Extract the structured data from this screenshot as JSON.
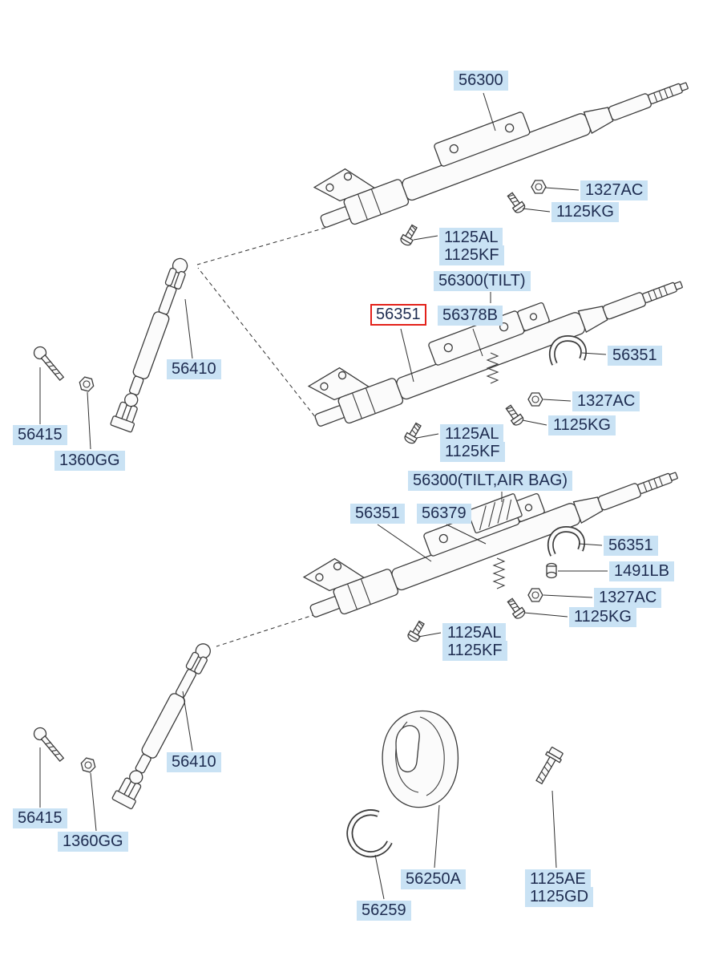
{
  "diagram": {
    "highlighted_part": "56351",
    "colors": {
      "label_bg": "#c9e2f4",
      "label_text": "#1e2c50",
      "highlight_border": "#e3211a",
      "line_color": "#3b3b3b"
    },
    "labels": [
      {
        "text": "56300"
      },
      {
        "text": "1327AC"
      },
      {
        "text": "1125KG"
      },
      {
        "text": "1125AL"
      },
      {
        "text": "1125KF"
      },
      {
        "text": "56300(TILT)"
      },
      {
        "text": "56351",
        "highlighted": true
      },
      {
        "text": "56378B"
      },
      {
        "text": "56351"
      },
      {
        "text": "56410"
      },
      {
        "text": "1327AC"
      },
      {
        "text": "1125KG"
      },
      {
        "text": "56415"
      },
      {
        "text": "1125AL"
      },
      {
        "text": "1125KF"
      },
      {
        "text": "1360GG"
      },
      {
        "text": "56300(TILT,AIR BAG)"
      },
      {
        "text": "56351"
      },
      {
        "text": "56379"
      },
      {
        "text": "56351"
      },
      {
        "text": "1491LB"
      },
      {
        "text": "1327AC"
      },
      {
        "text": "1125KG"
      },
      {
        "text": "1125AL"
      },
      {
        "text": "1125KF"
      },
      {
        "text": "56410"
      },
      {
        "text": "56415"
      },
      {
        "text": "1360GG"
      },
      {
        "text": "56250A"
      },
      {
        "text": "1125AE"
      },
      {
        "text": "1125GD"
      },
      {
        "text": "56259"
      }
    ]
  }
}
